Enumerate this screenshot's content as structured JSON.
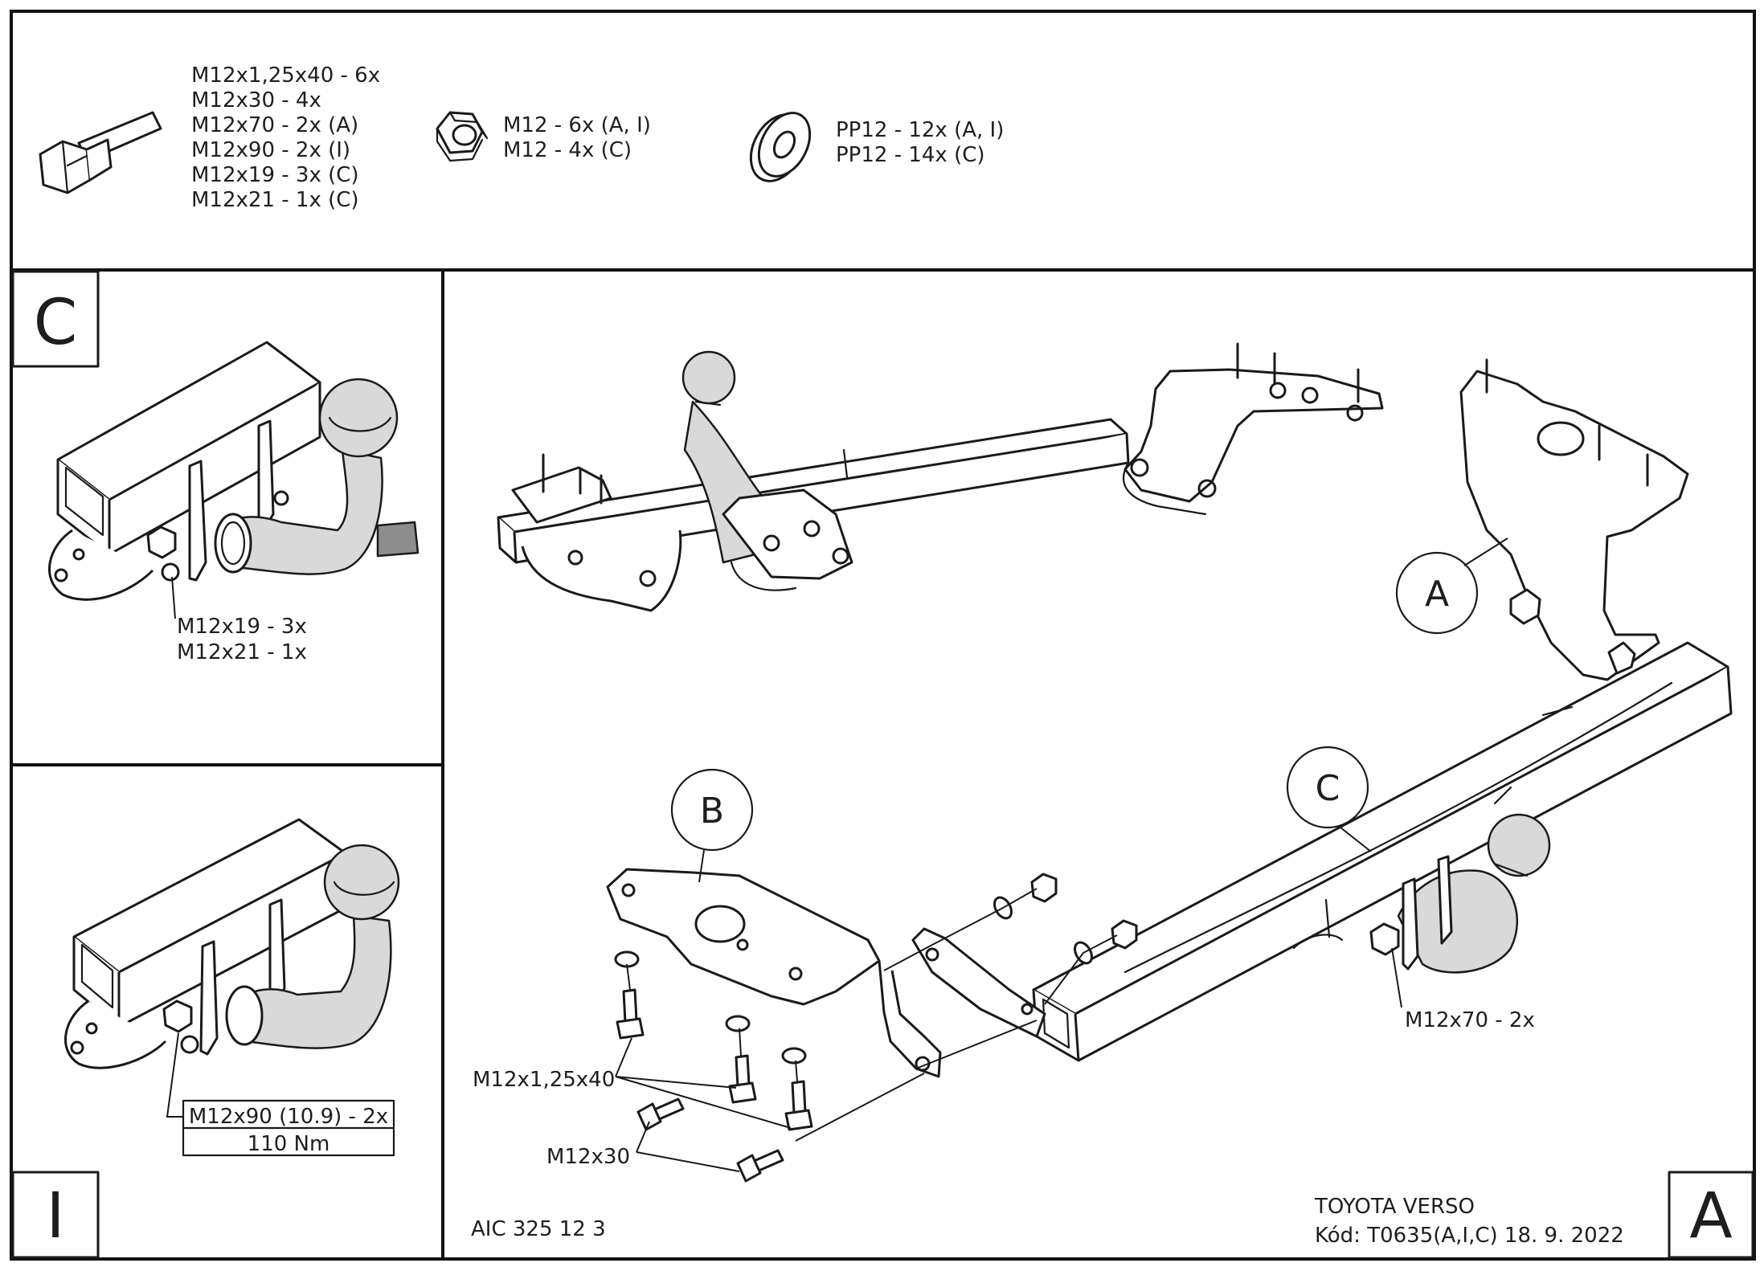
{
  "hardware": {
    "bolts": [
      "M12x1,25x40 - 6x",
      "M12x30 - 4x",
      "M12x70 - 2x (A)",
      "M12x90 - 2x (I)",
      "M12x19 - 3x (C)",
      "M12x21 - 1x (C)"
    ],
    "nuts": [
      "M12 - 6x (A, I)",
      "M12 - 4x (C)"
    ],
    "washers": [
      "PP12 - 12x (A, I)",
      "PP12 - 14x (C)"
    ]
  },
  "panel_c": {
    "label": "C",
    "callout": [
      "M12x19 - 3x",
      "M12x21 - 1x"
    ]
  },
  "panel_i": {
    "label": "I",
    "callout_line1": "M12x90 (10.9) - 2x",
    "callout_line2": "110 Nm"
  },
  "main": {
    "panel_label": "A",
    "bubbles": {
      "a": "A",
      "b": "B",
      "c": "C"
    },
    "callouts": {
      "m12x70": "M12x70 - 2x",
      "m12x125x40": "M12x1,25x40",
      "m12x30": "M12x30"
    },
    "drawing_number": "AIC 325 12 3",
    "vehicle": "TOYOTA VERSO",
    "code_line": "Kód: T0635(A,I,C)  18. 9. 2022"
  }
}
